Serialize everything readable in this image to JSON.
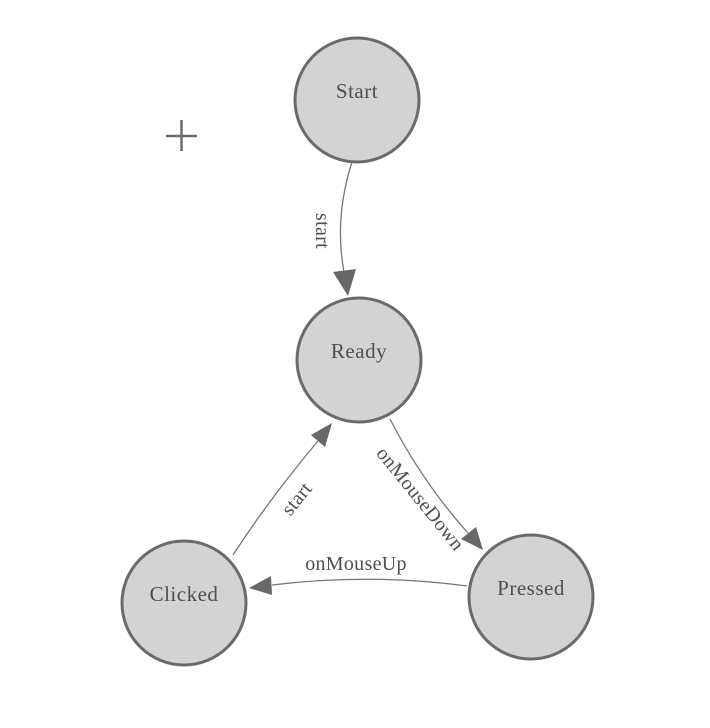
{
  "colors": {
    "background": "#ffffff",
    "node_fill": "#d3d3d3",
    "node_stroke": "#6a6a6a",
    "edge_line": "#767676",
    "arrowhead": "#686868",
    "label_text": "#4e4e4e"
  },
  "diagram": {
    "type": "state-machine",
    "nodes": [
      {
        "id": "start",
        "label": "Start"
      },
      {
        "id": "ready",
        "label": "Ready"
      },
      {
        "id": "clicked",
        "label": "Clicked"
      },
      {
        "id": "pressed",
        "label": "Pressed"
      }
    ],
    "edges": [
      {
        "from": "start",
        "to": "ready",
        "label": "start"
      },
      {
        "from": "clicked",
        "to": "ready",
        "label": "start"
      },
      {
        "from": "ready",
        "to": "pressed",
        "label": "onMouseDown"
      },
      {
        "from": "pressed",
        "to": "clicked",
        "label": "onMouseUp"
      }
    ],
    "marker": {
      "icon": "crosshair"
    }
  }
}
